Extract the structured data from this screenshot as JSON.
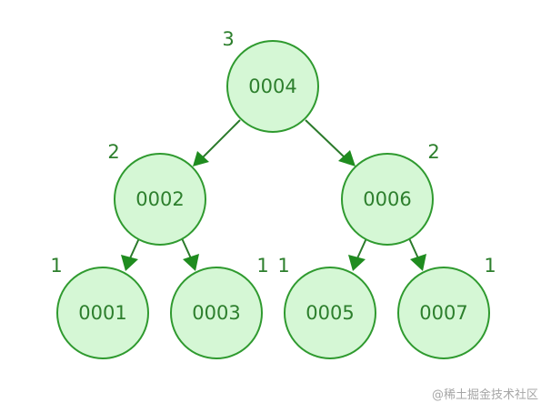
{
  "tree": {
    "nodes": [
      {
        "id": "n0004",
        "label": "0004",
        "height_label": "3"
      },
      {
        "id": "n0002",
        "label": "0002",
        "height_label": "2"
      },
      {
        "id": "n0006",
        "label": "0006",
        "height_label": "2"
      },
      {
        "id": "n0001",
        "label": "0001",
        "height_label": "1"
      },
      {
        "id": "n0003",
        "label": "0003",
        "height_label": "1"
      },
      {
        "id": "n0005",
        "label": "0005",
        "height_label": "1"
      },
      {
        "id": "n0007",
        "label": "0007",
        "height_label": "1"
      }
    ],
    "edges": [
      {
        "from": "n0004",
        "to": "n0002"
      },
      {
        "from": "n0004",
        "to": "n0006"
      },
      {
        "from": "n0002",
        "to": "n0001"
      },
      {
        "from": "n0002",
        "to": "n0003"
      },
      {
        "from": "n0006",
        "to": "n0005"
      },
      {
        "from": "n0006",
        "to": "n0007"
      }
    ]
  },
  "watermark": "@稀土掘金技术社区"
}
